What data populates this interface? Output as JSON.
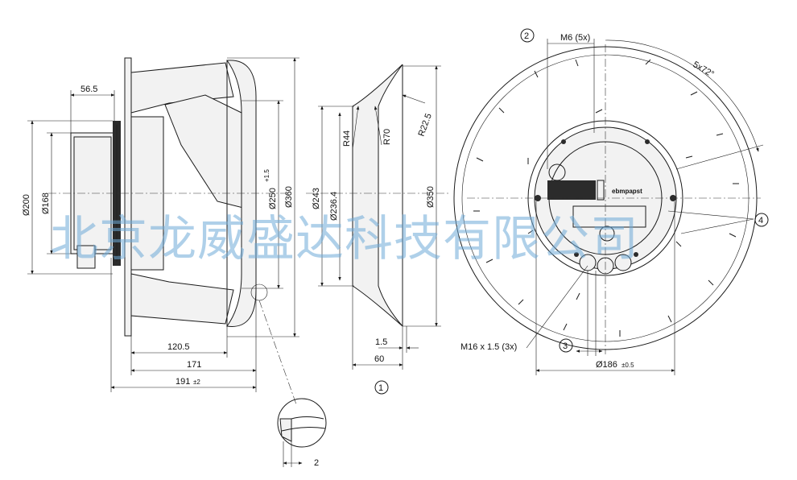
{
  "side_view": {
    "dims": {
      "d_motor_top": "56.5",
      "d_outer": "Ø200",
      "d_inner": "Ø168",
      "d_120": "120.5",
      "d_171": "171",
      "d_191": "191",
      "d_191_tol": "±2",
      "d_inlet": "Ø250",
      "d_inlet_tol": "+1.5",
      "d_wheel": "Ø360",
      "detail_gap": "2"
    }
  },
  "ring_view": {
    "dims": {
      "r44": "R44",
      "r70": "R70",
      "r22": "R22.5",
      "d243": "Ø243",
      "d236": "Ø236.4",
      "d350": "Ø350",
      "w15": "1.5",
      "w60": "60"
    },
    "marker": "1"
  },
  "front_view": {
    "markers": [
      "2",
      "3",
      "4"
    ],
    "dims": {
      "m6": "M6 (5x)",
      "angle": "5x72°",
      "m16": "M16 x 1.5 (3x)",
      "d186": "Ø186",
      "d186_tol": "±0.5"
    },
    "brand": "ebmpapst"
  },
  "watermark": "北京龙威盛达科技有限公司"
}
